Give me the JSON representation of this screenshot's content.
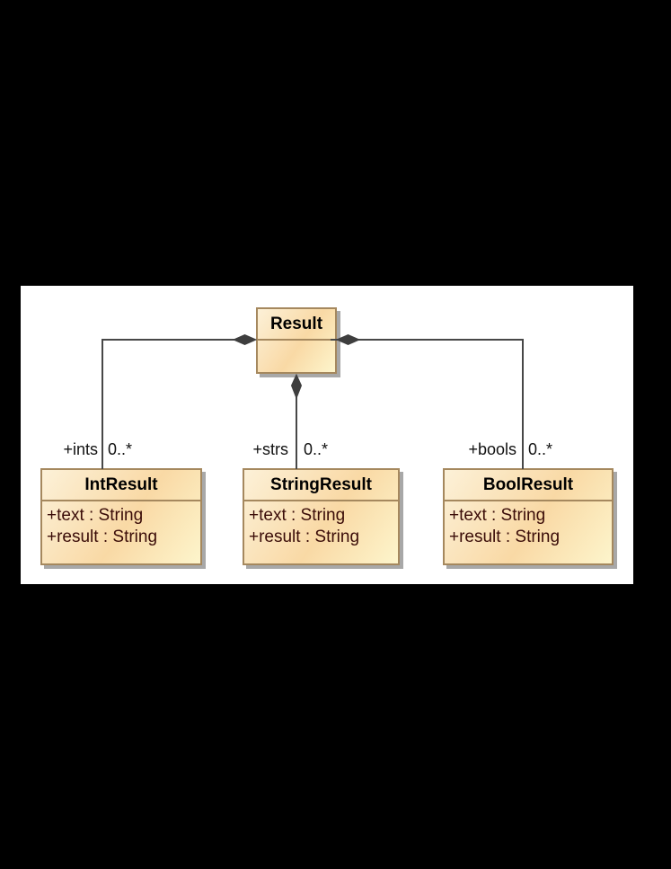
{
  "diagram": {
    "type": "uml-class-diagram",
    "page_background": "#000000",
    "canvas_background": "#ffffff",
    "colors": {
      "box_border": "#a5885e",
      "box_fill_light": "#fcf1d8",
      "box_fill_mid": "#f9d9a5",
      "box_fill_corner": "#fdf5cc",
      "box_shadow": "#a8a8a8",
      "connector_line": "#474747",
      "diamond_fill": "#3e3e3e",
      "class_title_text": "#000000",
      "attribute_text": "#3a0c08",
      "label_text": "#111111"
    },
    "classes": {
      "result": {
        "name": "Result",
        "attributes": []
      },
      "int_result": {
        "name": "IntResult",
        "attributes": [
          "+text : String",
          "+result : String"
        ]
      },
      "string_result": {
        "name": "StringResult",
        "attributes": [
          "+text : String",
          "+result : String"
        ]
      },
      "bool_result": {
        "name": "BoolResult",
        "attributes": [
          "+text : String",
          "+result : String"
        ]
      }
    },
    "associations": [
      {
        "from": "Result",
        "to": "IntResult",
        "type": "composition",
        "role": "+ints",
        "multiplicity": "0..*"
      },
      {
        "from": "Result",
        "to": "StringResult",
        "type": "composition",
        "role": "+strs",
        "multiplicity": "0..*"
      },
      {
        "from": "Result",
        "to": "BoolResult",
        "type": "composition",
        "role": "+bools",
        "multiplicity": "0..*"
      }
    ]
  }
}
